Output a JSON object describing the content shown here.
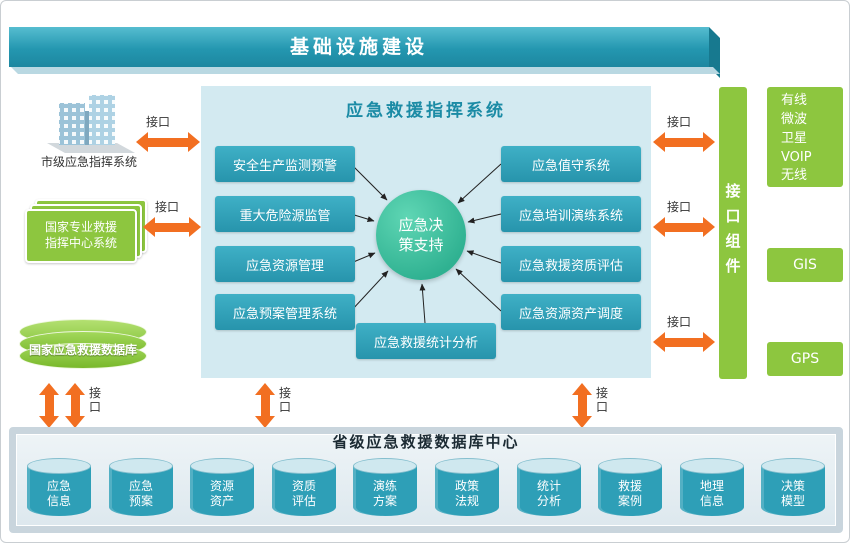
{
  "banner": {
    "title": "基础设施建设"
  },
  "left_column": {
    "city_system_label": "市级应急指挥系统",
    "national_center_label": "国家专业救援指挥中心系统",
    "national_db_label": "国家应急救援数据库"
  },
  "panel": {
    "title": "应急救援指挥系统",
    "core_label": "应急决策支持",
    "left_modules": [
      "安全生产监测预警",
      "重大危险源监管",
      "应急资源管理",
      "应急预案管理系统"
    ],
    "right_modules": [
      "应急值守系统",
      "应急培训演练系统",
      "应急救援资质评估",
      "应急资源资产调度"
    ],
    "bottom_module": "应急救援统计分析"
  },
  "right_column": {
    "interface_bar_label": "接口组件",
    "comm_label": "有线\n微波\n卫星\nVOIP\n无线",
    "gis_label": "GIS",
    "gps_label": "GPS"
  },
  "labels": {
    "interface": "接口"
  },
  "bottom_section": {
    "title": "省级应急救援数据库中心",
    "databases": [
      "应急信息",
      "应急预案",
      "资源资产",
      "资质评估",
      "演练方案",
      "政策法规",
      "统计分析",
      "救援案例",
      "地理信息",
      "决策模型"
    ]
  },
  "colors": {
    "accent_orange": "#f26f21",
    "teal": "#2e9fb7",
    "green": "#8dc63f",
    "panel_bg": "#d3eaf1",
    "core_green": "#3cc3a0"
  }
}
